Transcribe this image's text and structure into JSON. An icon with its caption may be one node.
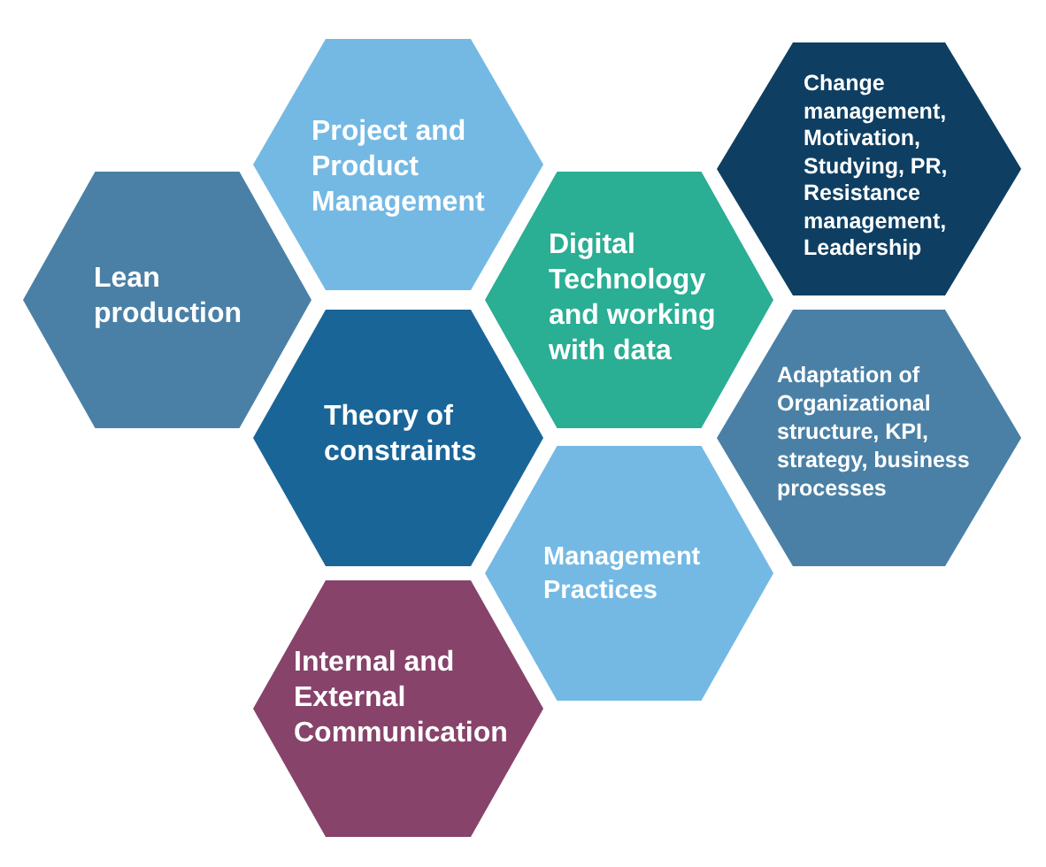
{
  "diagram": {
    "nodes": [
      {
        "text": [
          "Project and Product Management"
        ]
      },
      {
        "text": [
          "Change management, Motivation, Studying, PR, Resistance management, Leadership"
        ]
      },
      {
        "text": [
          "Lean production"
        ]
      },
      {
        "text": [
          "Digital Technology and working with data"
        ]
      },
      {
        "text": [
          "Theory of constraints"
        ]
      },
      {
        "text": [
          "Adaptation of Organizational structure, KPI, strategy, business processes"
        ]
      },
      {
        "text": [
          "Management Practices"
        ]
      },
      {
        "text": [
          "Internal and External Communication"
        ]
      }
    ]
  }
}
